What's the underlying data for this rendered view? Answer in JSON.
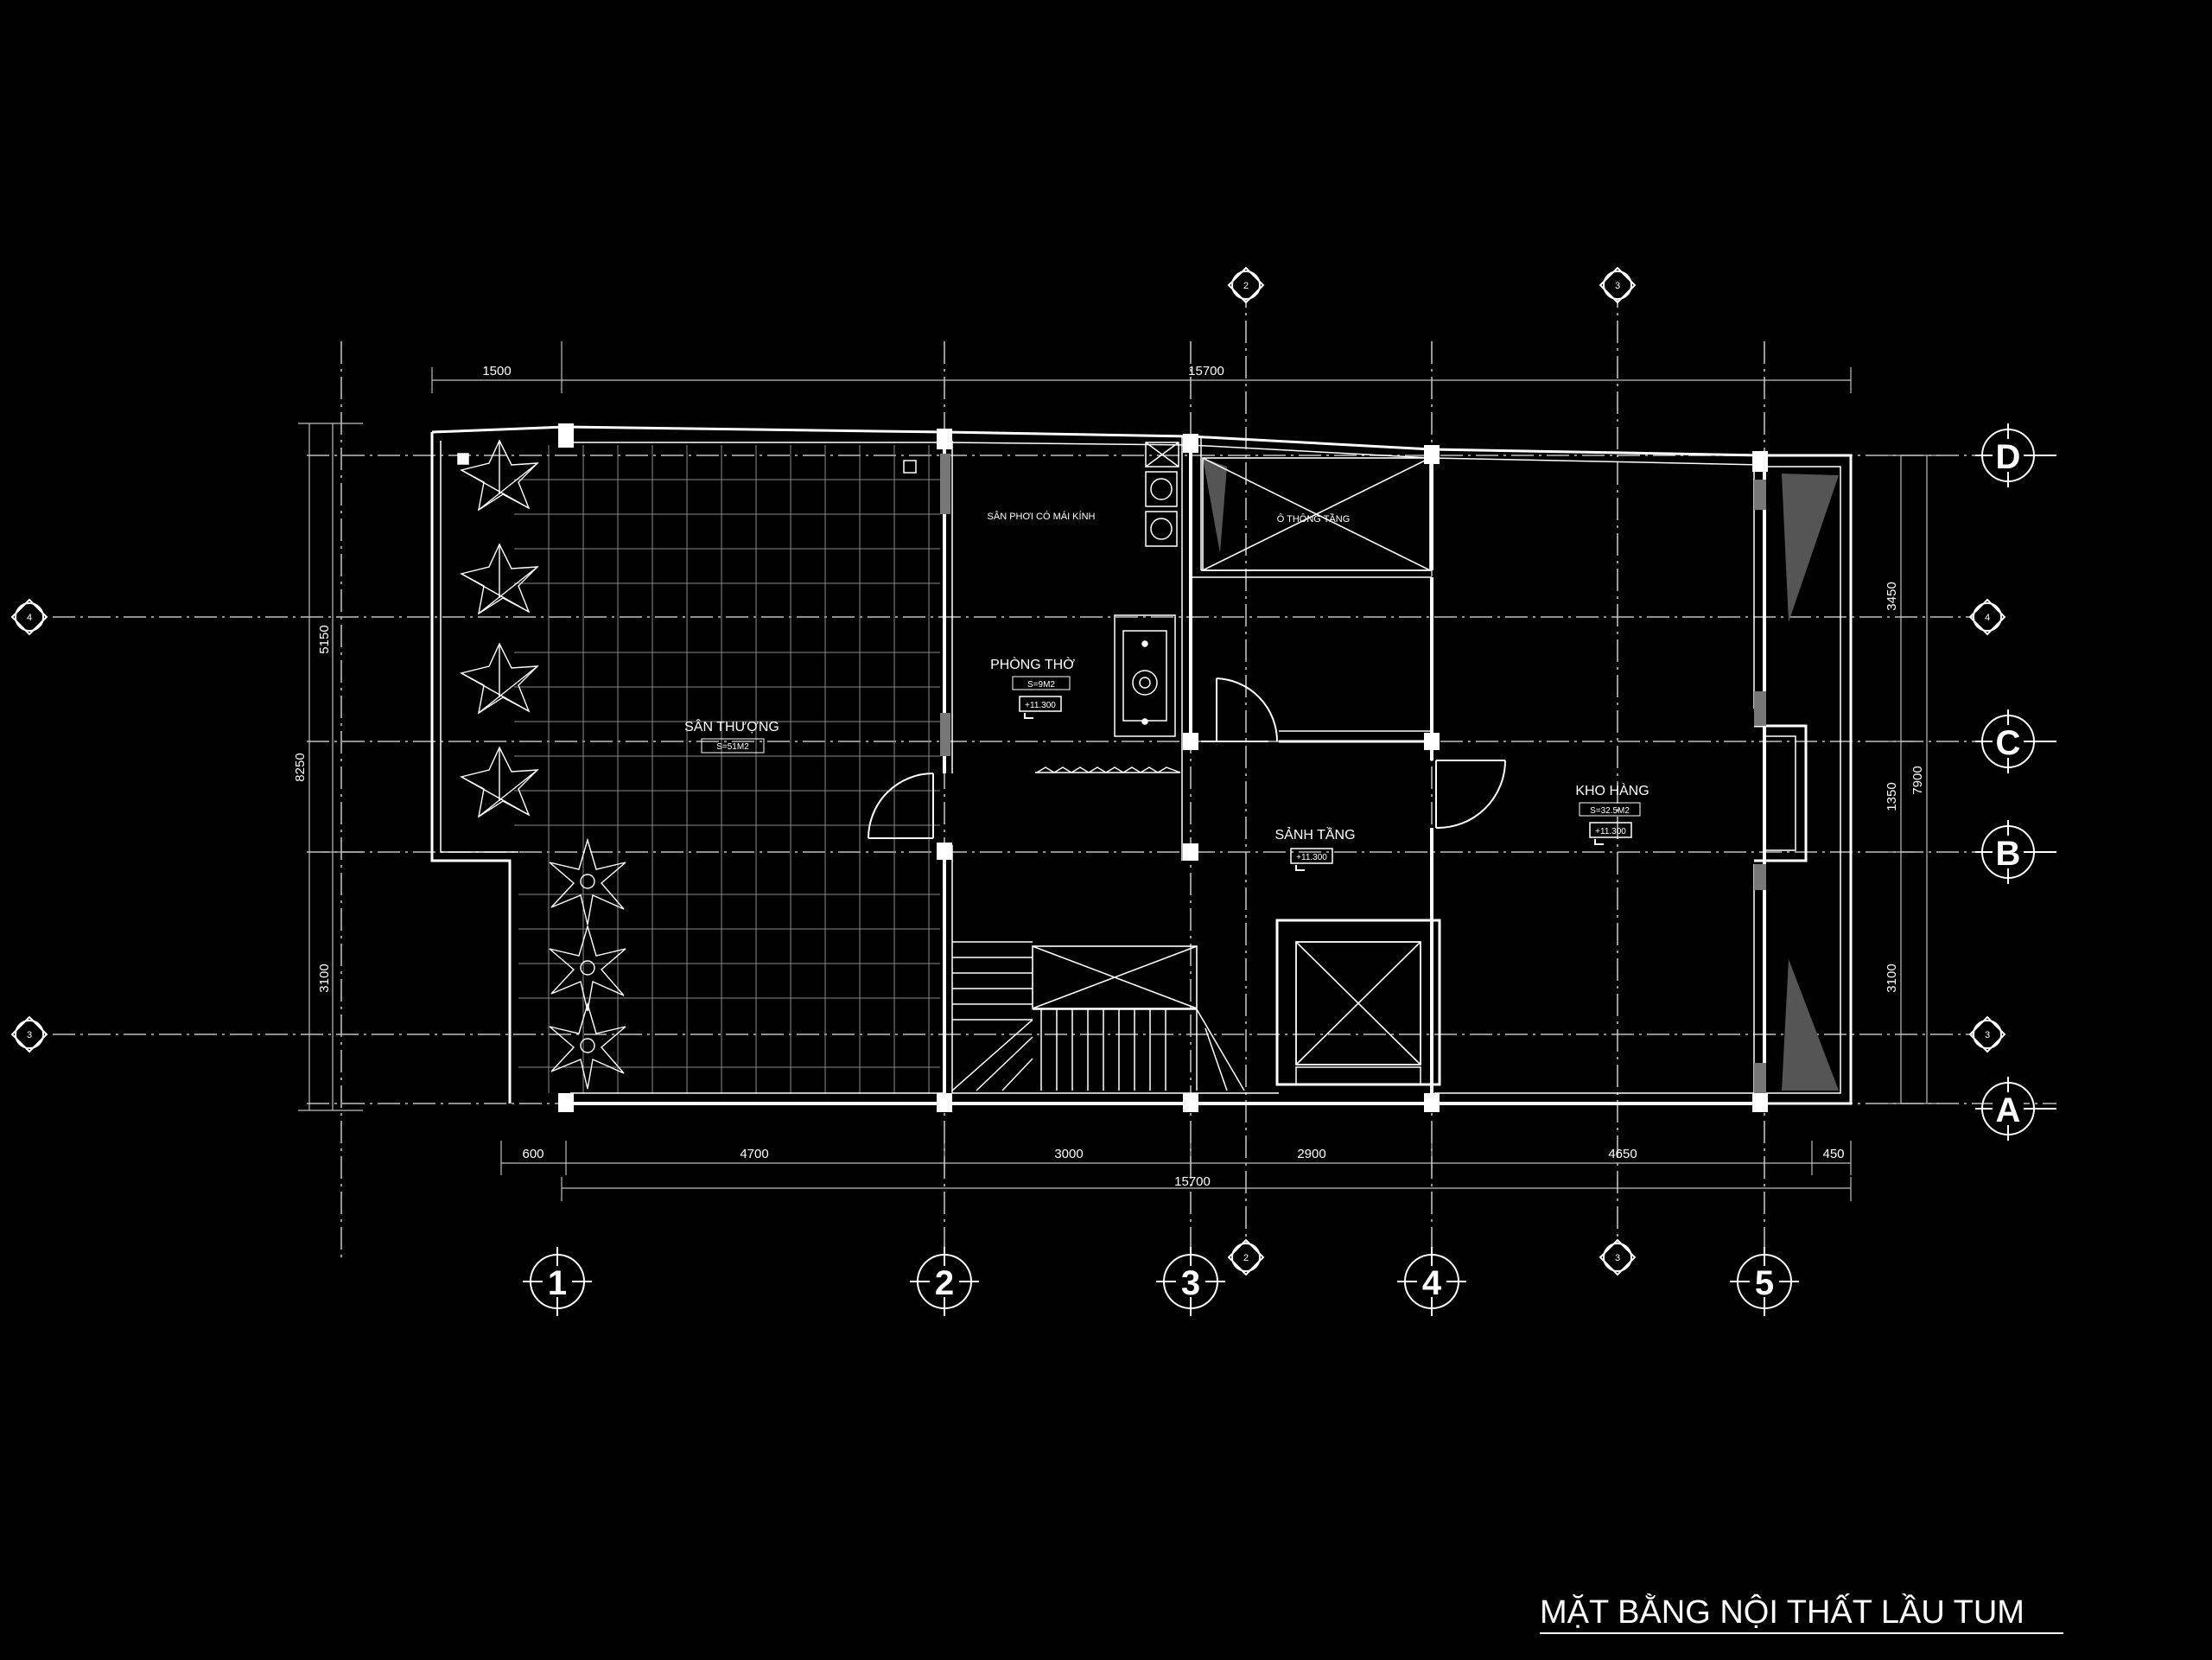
{
  "title": "MẶT BẰNG NỘI THẤT LẦU TUM",
  "grid_axes": {
    "columns": [
      "1",
      "2",
      "3",
      "4",
      "5"
    ],
    "rows": [
      "D",
      "C",
      "B",
      "A"
    ]
  },
  "section_marks": {
    "vertical_left": "2",
    "vertical_right": "3",
    "horizontal_top": "4",
    "horizontal_bottom": "3"
  },
  "dimensions": {
    "top_left": "1500",
    "top_overall": "15700",
    "bottom_600": "600",
    "bottom_4700": "4700",
    "bottom_3000": "3000",
    "bottom_2900": "2900",
    "bottom_4650": "4650",
    "bottom_450": "450",
    "bottom_overall": "15700",
    "left_5150": "5150",
    "left_8250": "8250",
    "left_3100": "3100",
    "right_3450": "3450",
    "right_1350": "1350",
    "right_7900": "7900",
    "right_3100": "3100"
  },
  "rooms": {
    "san_thuong": {
      "name": "SÂN THƯỢNG",
      "area": "S=51M2"
    },
    "san_phoi": {
      "name": "SÂN PHƠI CÓ MÁI KÍNH"
    },
    "phong_tho": {
      "name": "PHÒNG THỜ",
      "area": "S=9M2",
      "level": "+11.300"
    },
    "o_thong_tang": {
      "name": "Ô THÔNG TẦNG"
    },
    "sanh_tang": {
      "name": "SẢNH TẦNG",
      "level": "+11.300"
    },
    "kho_hang": {
      "name": "KHO HÀNG",
      "area": "S=32.5M2",
      "level": "+11.300"
    }
  },
  "colors": {
    "background": "#000000",
    "line": "#ffffff",
    "grid_line": "#bfbfbf",
    "wall_fill": "#ffffff"
  }
}
